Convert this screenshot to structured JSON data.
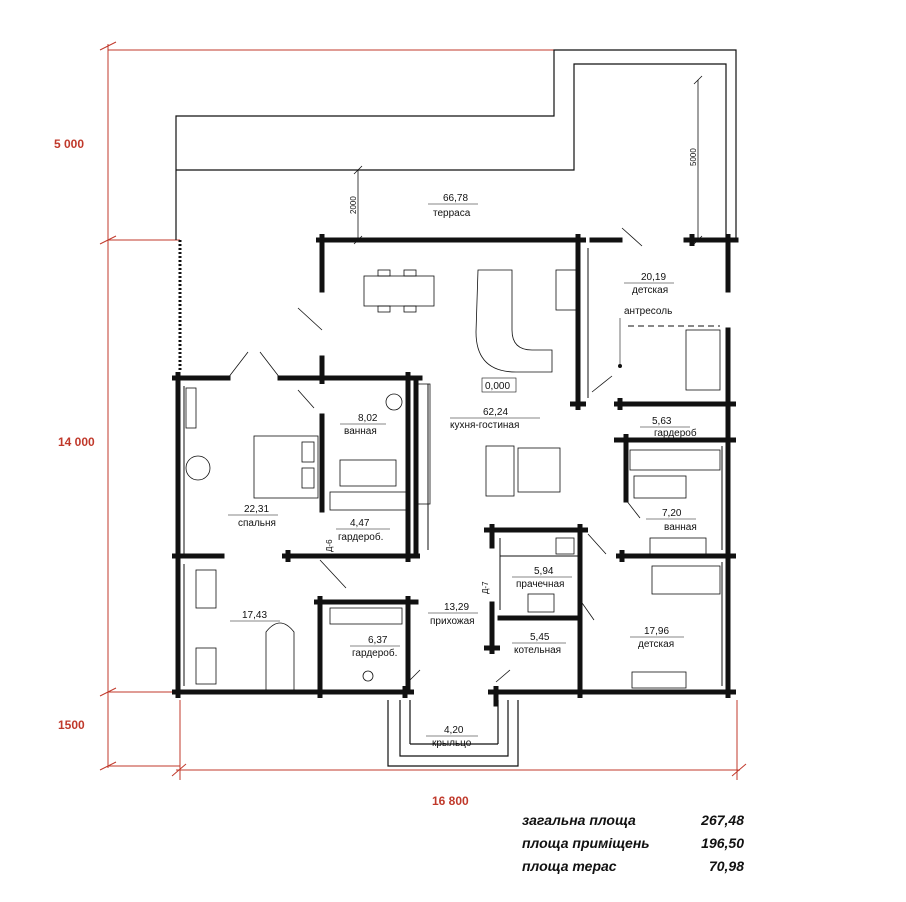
{
  "dimensions": {
    "top_depth": "5 000",
    "main_depth": "14 000",
    "porch_depth": "1500",
    "total_width": "16 800",
    "terrace_inner_depth": "2000",
    "terrace_outer_depth": "5000"
  },
  "rooms": {
    "terrace": {
      "area": "66,78",
      "name": "терраса"
    },
    "kids_top": {
      "area": "20,19",
      "name": "детская"
    },
    "mezzanine": {
      "name": "антресоль"
    },
    "level_mark": "0,000",
    "kitchen": {
      "area": "62,24",
      "name": "кухня-гостиная"
    },
    "bath_left": {
      "area": "8,02",
      "name": "ванная"
    },
    "wardrobe_right": {
      "area": "5,63",
      "name": "гардероб"
    },
    "bedroom": {
      "area": "22,31",
      "name": "спальня"
    },
    "wardrobe_left": {
      "area": "4,47",
      "name": "гардероб."
    },
    "bath_right": {
      "area": "7,20",
      "name": "ванная"
    },
    "laundry": {
      "area": "5,94",
      "name": "прачечная"
    },
    "hall": {
      "area": "13,29",
      "name": "прихожая"
    },
    "gym": {
      "area": "17,43"
    },
    "wardrobe_bottom": {
      "area": "6,37",
      "name": "гардероб."
    },
    "boiler": {
      "area": "5,45",
      "name": "котельная"
    },
    "kids_bottom": {
      "area": "17,96",
      "name": "детская"
    },
    "porch": {
      "area": "4,20",
      "name": "крыльцо"
    }
  },
  "doors": {
    "d6": "Д-6",
    "d7": "Д-7"
  },
  "summary": {
    "total_label": "загальна площа",
    "total_value": "267,48",
    "rooms_label": "площа приміщень",
    "rooms_value": "196,50",
    "terraces_label": "площа терас",
    "terraces_value": "70,98"
  }
}
